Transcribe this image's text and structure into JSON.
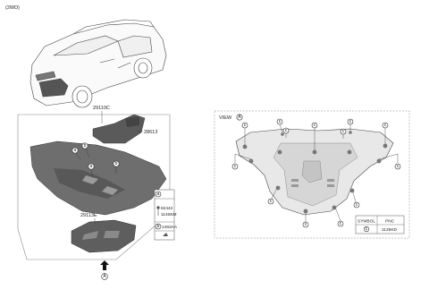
{
  "header": {
    "variant": "(2WD)"
  },
  "parts": {
    "main_cover": "29110C",
    "bracket": "28613",
    "front_cover": "29113E"
  },
  "legend_a": {
    "symbol": "a",
    "part_1": "82442",
    "part_2": "1140EM"
  },
  "legend_b": {
    "symbol": "b",
    "part": "1463AA"
  },
  "view": {
    "label": "VIEW",
    "ref": "A"
  },
  "arrow_ref": "A",
  "callouts": {
    "a": "a",
    "b": "b",
    "c": "c"
  },
  "symbol_table": {
    "headers": [
      "SYMBOL",
      "PNC"
    ],
    "rows": [
      {
        "symbol": "c",
        "pnc": "1125KD"
      }
    ]
  },
  "colors": {
    "part_fill": "#6e6e6e",
    "part_dark": "#4a4a4a",
    "line": "#333333",
    "frame": "#888888"
  }
}
